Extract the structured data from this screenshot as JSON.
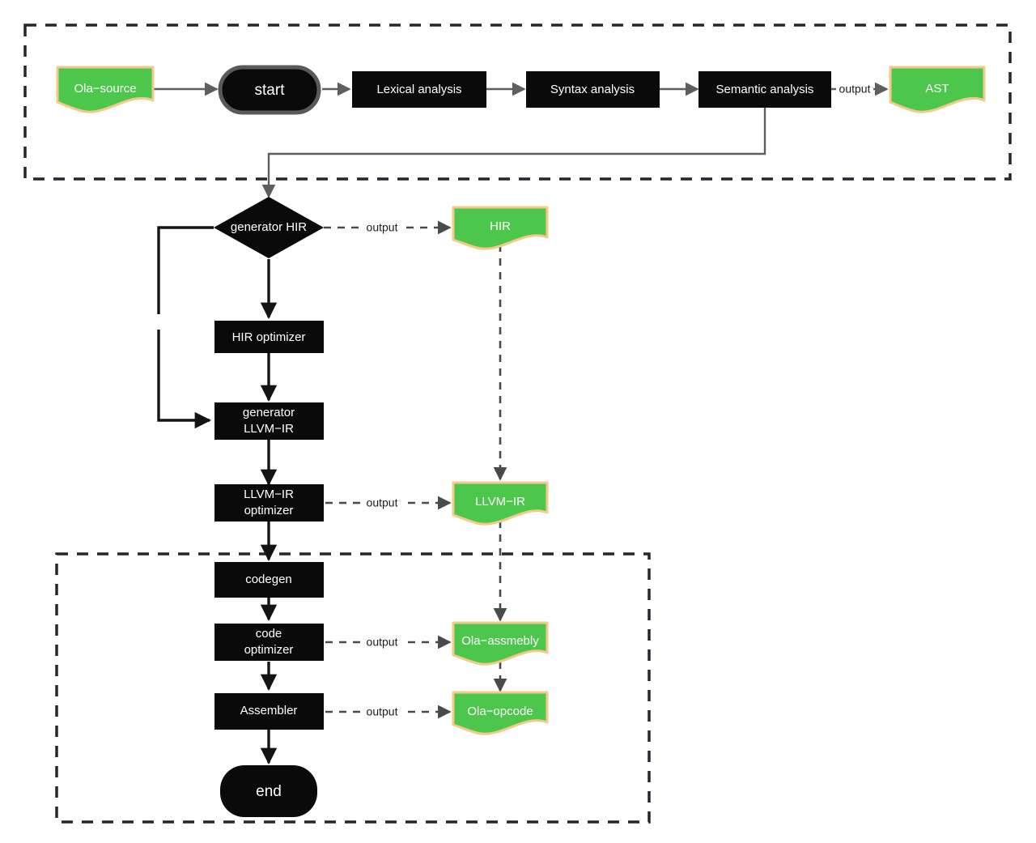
{
  "diagram": {
    "title": "Ola compiler pipeline flowchart",
    "colors": {
      "document_fill": "#4CC74C",
      "document_stroke": "#F5C98C",
      "node_fill": "#0A0A0A",
      "node_text": "#FFFFFF",
      "start_border": "#5A5A5A",
      "edge_solid": "#5E5E5E",
      "edge_solid_dark": "#141414",
      "edge_dashed": "#4A4A4A",
      "group_border": "#23272E",
      "background": "#FFFFFF"
    },
    "groups": [
      {
        "id": "frontend-group",
        "name": "frontend-dashed-group"
      },
      {
        "id": "backend-group",
        "name": "backend-dashed-group"
      }
    ],
    "nodes": {
      "ola_source": "Ola−source",
      "start": "start",
      "lexical_analysis": "Lexical analysis",
      "syntax_analysis": "Syntax analysis",
      "semantic_analysis": "Semantic analysis",
      "ast": "AST",
      "generator_hir": "generator HIR",
      "hir": "HIR",
      "hir_optimizer": "HIR optimizer",
      "generator_llvm_ir_line1": "generator",
      "generator_llvm_ir_line2": "LLVM−IR",
      "llvm_ir_optimizer_line1": "LLVM−IR",
      "llvm_ir_optimizer_line2": "optimizer",
      "llvm_ir": "LLVM−IR",
      "codegen": "codegen",
      "code_optimizer_line1": "code",
      "code_optimizer_line2": "optimizer",
      "ola_assembly": "Ola−assmebly",
      "assembler": "Assembler",
      "ola_opcode": "Ola−opcode",
      "end": "end"
    },
    "edge_labels": {
      "ast_output": "output",
      "hir_output": "output",
      "llvm_ir_output": "output",
      "assembly_output": "output",
      "opcode_output": "output"
    }
  }
}
